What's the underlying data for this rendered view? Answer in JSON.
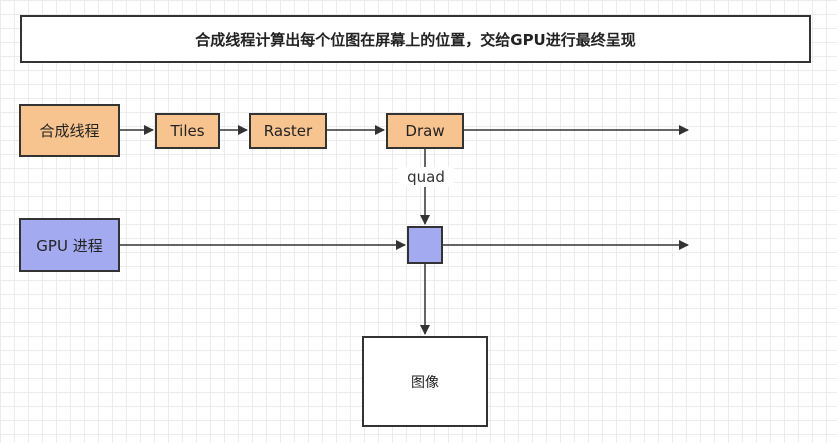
{
  "title": "合成线程计算出每个位图在屏幕上的位置，交给GPU进行最终呈现",
  "nodes": {
    "compositor": "合成线程",
    "tiles": "Tiles",
    "raster": "Raster",
    "draw": "Draw",
    "gpu": "GPU 进程",
    "quad_box": "",
    "image": "图像"
  },
  "edge_labels": {
    "draw_to_gpu": "quad"
  },
  "colors": {
    "thread_node_fill": "#f7c48f",
    "gpu_node_fill": "#a4aaf0",
    "stroke": "#333333"
  }
}
